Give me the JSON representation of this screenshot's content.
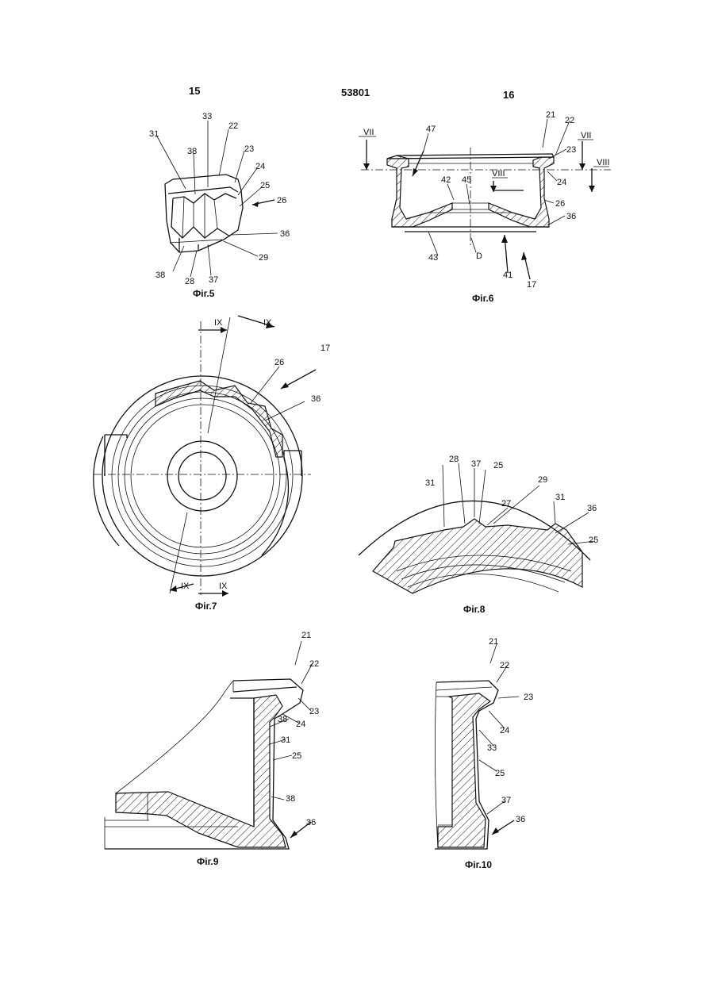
{
  "header": {
    "left_page": "15",
    "doc_number": "53801",
    "right_page": "16"
  },
  "figures": {
    "fig5": {
      "caption": "Фіг.5",
      "labels": [
        "31",
        "33",
        "22",
        "38",
        "23",
        "24",
        "25",
        "26",
        "36",
        "29",
        "38",
        "28",
        "37"
      ]
    },
    "fig6": {
      "caption": "Фіг.6",
      "labels": [
        "21",
        "22",
        "47",
        "VII",
        "23",
        "VII",
        "VIII",
        "42",
        "45",
        "VIII",
        "24",
        "26",
        "36",
        "43",
        "D",
        "41",
        "17"
      ]
    },
    "fig7": {
      "caption": "Фіг.7",
      "labels": [
        "IX",
        "IX",
        "17",
        "26",
        "36",
        "IX",
        "IX"
      ]
    },
    "fig8": {
      "caption": "Фіг.8",
      "labels": [
        "28",
        "37",
        "25",
        "27",
        "29",
        "31",
        "31",
        "36",
        "25"
      ]
    },
    "fig9": {
      "caption": "Фіг.9",
      "labels": [
        "21",
        "22",
        "23",
        "24",
        "38",
        "31",
        "25",
        "38",
        "36"
      ]
    },
    "fig10": {
      "caption": "Фіг.10",
      "labels": [
        "21",
        "22",
        "23",
        "24",
        "33",
        "25",
        "37",
        "36"
      ]
    }
  }
}
